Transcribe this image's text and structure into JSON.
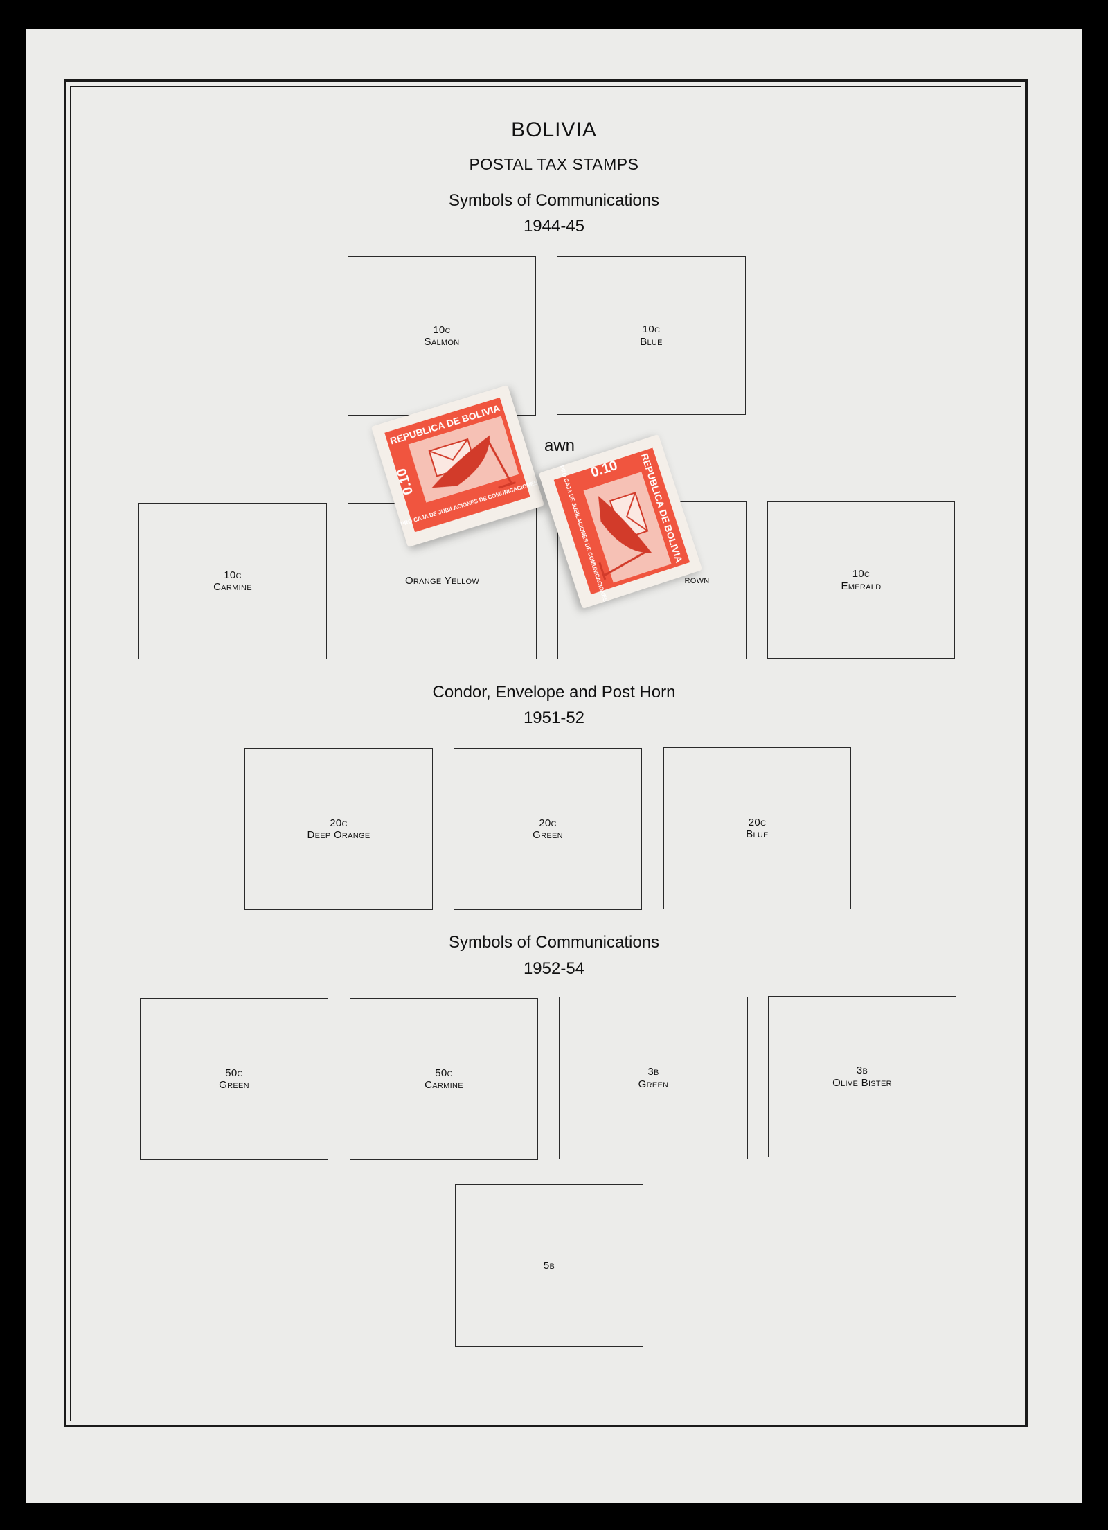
{
  "album": {
    "country": "BOLIVIA",
    "section": "POSTAL TAX STAMPS"
  },
  "sets": [
    {
      "title": "Symbols of Communications",
      "years": "1944-45",
      "spaces": [
        {
          "denomination": "10c",
          "color": "Salmon"
        },
        {
          "denomination": "10c",
          "color": "Blue"
        }
      ]
    },
    {
      "title_visible_fragment": "awn",
      "spaces": [
        {
          "denomination": "10c",
          "color": "Carmine"
        },
        {
          "denomination": "",
          "color": "Orange Yellow"
        },
        {
          "denomination": "",
          "color": "rown"
        },
        {
          "denomination": "10c",
          "color": "Emerald"
        }
      ]
    },
    {
      "title": "Condor, Envelope and Post Horn",
      "years": "1951-52",
      "spaces": [
        {
          "denomination": "20c",
          "color": "Deep Orange"
        },
        {
          "denomination": "20c",
          "color": "Green"
        },
        {
          "denomination": "20c",
          "color": "Blue"
        }
      ]
    },
    {
      "title": "Symbols of Communications",
      "years": "1952-54",
      "spaces": [
        {
          "denomination": "50c",
          "color": "Green"
        },
        {
          "denomination": "50c",
          "color": "Carmine"
        },
        {
          "denomination": "3b",
          "color": "Green"
        },
        {
          "denomination": "3b",
          "color": "Olive Bister"
        },
        {
          "denomination": "5b",
          "color": ""
        }
      ]
    }
  ],
  "loose_stamps": [
    {
      "text": "REPUBLICA DE BOLIVIA",
      "value": "0.10",
      "bottom_text": "PRO CAJA DE JUBILACIONES DE COMUNICACIONES",
      "ink_color": "#f0553f"
    },
    {
      "text": "REPUBLICA DE BOLIVIA",
      "value": "0.10",
      "bottom_text": "PRO CAJA DE JUBILACIONES DE COMUNICACIONES",
      "ink_color": "#f0553f"
    }
  ],
  "colors": {
    "page": "#ececea",
    "frame": "#1a1a1a",
    "stamp_ink": "#f0553f",
    "stamp_paper": "#f4efe9"
  }
}
